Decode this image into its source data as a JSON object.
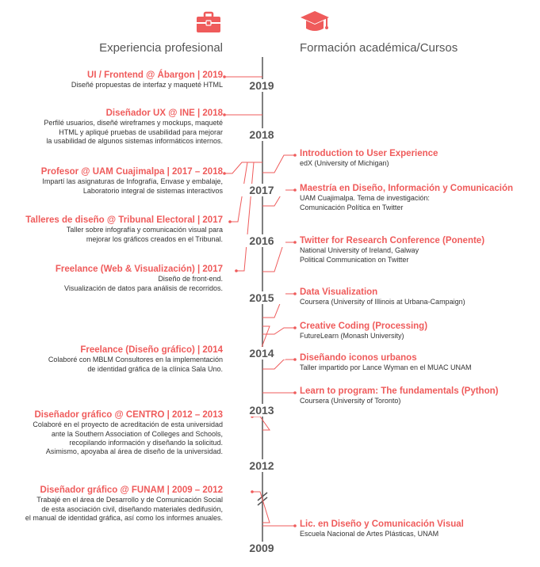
{
  "colors": {
    "accent": "#ef5b5b",
    "axis": "#555555",
    "text": "#333333"
  },
  "headers": {
    "left": {
      "icon": "briefcase-icon",
      "title": "Experiencia profesional"
    },
    "right": {
      "icon": "graduation-cap-icon",
      "title": "Formación académica/Cursos"
    }
  },
  "years": [
    "2019",
    "2018",
    "2017",
    "2016",
    "2015",
    "2014",
    "2013",
    "2012",
    "2009"
  ],
  "experience": [
    {
      "title": "UI / Frontend @ Ábargon | 2019",
      "desc": "Diseñé propuestas de interfaz y maqueté HTML"
    },
    {
      "title": "Diseñador UX @ INE | 2018",
      "desc": "Perfilé usuarios, diseñé wireframes y mockups, maqueté\nHTML y apliqué pruebas de usabilidad para mejorar\nla usabilidad de algunos sistemas informáticos internos."
    },
    {
      "title": "Profesor @ UAM Cuajimalpa | 2017 – 2018",
      "desc": "Impartí las asignaturas de Infografía, Envase y embalaje,\nLaboratorio integral de sistemas interactivos"
    },
    {
      "title": "Talleres de diseño @ Tribunal Electoral | 2017",
      "desc": "Taller sobre infografía y comunicación visual para\nmejorar los gráficos creados en el Tribunal."
    },
    {
      "title": "Freelance (Web & Visualización) | 2017",
      "desc": "Diseño de front-end.\nVisualización de datos para análisis de recorridos."
    },
    {
      "title": "Freelance (Diseño gráfico) | 2014",
      "desc": "Colaboré con MBLM Consultores en la implementación\nde identidad gráfica de la clínica Sala Uno."
    },
    {
      "title": "Diseñador gráfico @ CENTRO | 2012 – 2013",
      "desc": "Colaboré en el proyecto de acreditación de esta universidad\nante la Southern Association of Colleges and Schools,\nrecopilando información y diseñando la solicitud.\nAsimismo, apoyaba al área de diseño de la universidad."
    },
    {
      "title": "Diseñador gráfico @ FUNAM | 2009 – 2012",
      "desc": "Trabajé en el área de Desarrollo y de Comunicación Social\nde esta asociación civil, diseñando materiales dedifusión,\nel manual de identidad gráfica, así como los informes anuales."
    }
  ],
  "education": [
    {
      "title": "Introduction to User Experience",
      "desc": "edX (University of Michigan)"
    },
    {
      "title": "Maestría en Diseño, Información y Comunicación",
      "desc": "UAM Cuajimalpa. Tema de investigación:\nComunicación Política en Twitter"
    },
    {
      "title": "Twitter for Research Conference (Ponente)",
      "desc": "National University of Ireland, Galway\nPolitical Communication on Twitter"
    },
    {
      "title": "Data Visualization",
      "desc": "Coursera (University of Illinois at Urbana-Campaign)"
    },
    {
      "title": "Creative Coding (Processing)",
      "desc": "FutureLearn (Monash University)"
    },
    {
      "title": "Diseñando iconos urbanos",
      "desc": "Taller impartido por Lance Wyman en el MUAC UNAM"
    },
    {
      "title": "Learn to program: The fundamentals (Python)",
      "desc": "Coursera (University of Toronto)"
    },
    {
      "title": "Lic. en Diseño y Comunicación Visual",
      "desc": "Escuela Nacional de Artes Plásticas, UNAM"
    }
  ]
}
